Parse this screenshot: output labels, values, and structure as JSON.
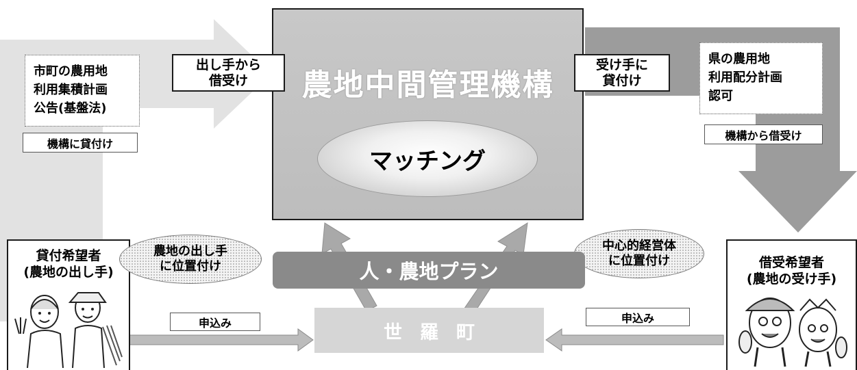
{
  "diagram": {
    "center_title": "農地中間管理機構",
    "matching": "マッチング",
    "left_label": [
      "出し手から",
      "借受け"
    ],
    "right_label": [
      "受け手に",
      "貸付け"
    ],
    "left_plan": [
      "市町の農用地",
      "利用集積計画",
      "公告(基盤法)"
    ],
    "left_action": "機構に貸付け",
    "right_plan": [
      "県の農用地",
      "利用配分計画",
      "認可"
    ],
    "right_action": "機構から借受け",
    "left_bubble": [
      "農地の出し手",
      "に位置付け"
    ],
    "right_bubble": [
      "中心的経営体",
      "に位置付け"
    ],
    "plan_bar": "人・農地プラン",
    "town": "世羅町",
    "apply_left": "申込み",
    "apply_right": "申込み",
    "lender_title": [
      "貸付希望者",
      "(農地の出し手)"
    ],
    "borrower_title": [
      "借受希望者",
      "(農地の受け手)"
    ]
  },
  "colors": {
    "left_arrow": "#e2e2e2",
    "right_arrow": "#9c9c9c",
    "center_box": "#c4c4c4",
    "plan_bar": "#8a8a8a",
    "town_box": "#d6d6d6"
  }
}
